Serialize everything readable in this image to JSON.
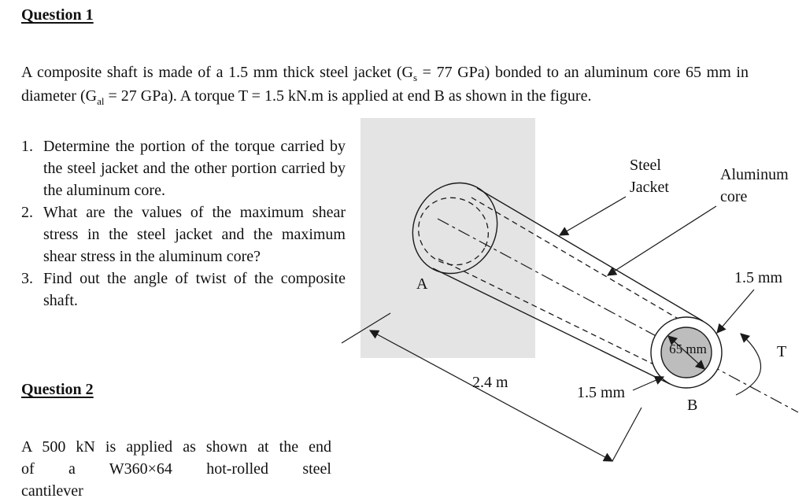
{
  "q1": {
    "title": "Question 1",
    "intro": {
      "seg1": "A composite shaft is made of a 1.5 mm thick steel jacket (G",
      "sub1": "s",
      "seg2": " = 77 GPa) bonded to an aluminum core 65 mm in diameter (G",
      "sub2": "al",
      "seg3": " = 27 GPa). A torque T = 1.5 kN.m is applied at end B as shown in the figure."
    },
    "items": [
      {
        "num": "1.",
        "text": "Determine the portion of the torque carried by the steel jacket and the other portion carried by the aluminum core."
      },
      {
        "num": "2.",
        "text": "What are the values of the maximum shear stress in the steel jacket and the maximum shear stress in the aluminum core?"
      },
      {
        "num": "3.",
        "text": "Find out the angle of twist of the composite shaft."
      }
    ]
  },
  "q2": {
    "title": "Question 2",
    "line1": "A 500 kN is applied as shown at the end",
    "line2": "of a W360×64 hot-rolled steel",
    "line3": "cantilever"
  },
  "figure": {
    "labels": {
      "steel_jacket_1": "Steel",
      "steel_jacket_2": "Jacket",
      "aluminum_1": "Aluminum",
      "aluminum_2": "core",
      "thickness_right": "1.5 mm",
      "thickness_bottom": "1.5 mm",
      "core_diameter": "65 mm",
      "torque": "T",
      "end_a": "A",
      "end_b": "B",
      "length": "2.4 m"
    },
    "colors": {
      "wall_fill": "#e4e4e4",
      "core_fill": "#bdbdbd"
    }
  }
}
